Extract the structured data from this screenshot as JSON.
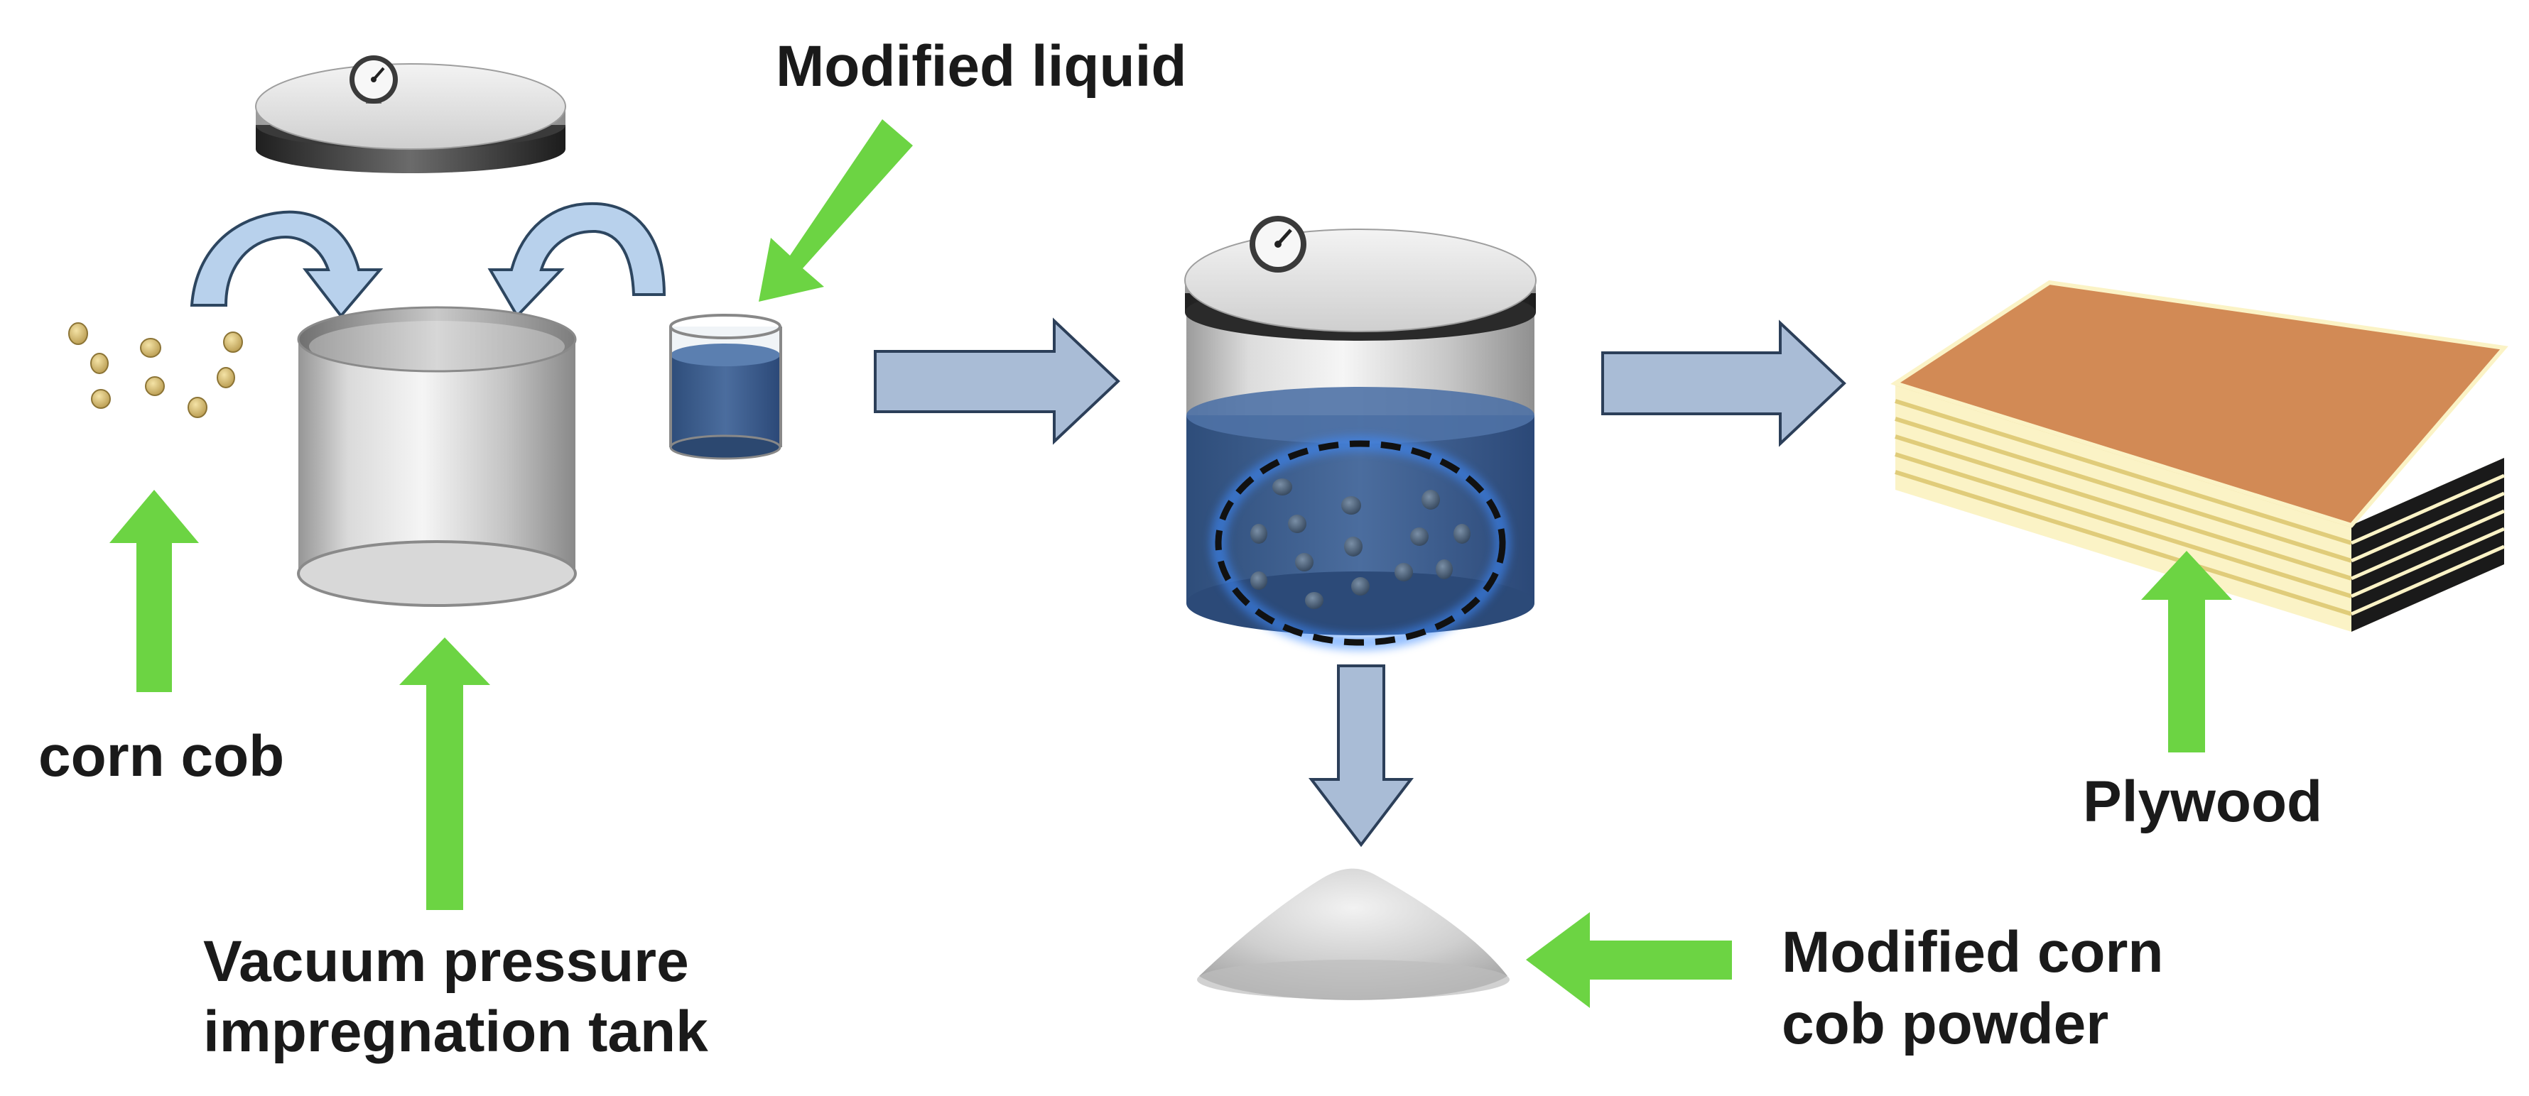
{
  "labels": {
    "modified_liquid": "Modified liquid",
    "corn_cob": "corn cob",
    "tank_line1": "Vacuum pressure",
    "tank_line2": "impregnation tank",
    "powder_line1": "Modified corn",
    "powder_line2": "cob powder",
    "plywood": "Plywood"
  },
  "colors": {
    "green_arrow": "#6cd443",
    "flow_arrow": "#a9bcd6",
    "flow_arrow_outline": "#2c3f59",
    "liquid": "#3e5f8e",
    "plywood_top": "#d28a55",
    "plywood_veneer": "#fbf3c6",
    "plywood_edge": "#1a1a1a",
    "corn_cob": "#d9c27a"
  },
  "icons": [
    "pressure-gauge-icon",
    "corn-cob-icon",
    "powder-pile-icon",
    "plywood-icon",
    "beaker-icon"
  ]
}
